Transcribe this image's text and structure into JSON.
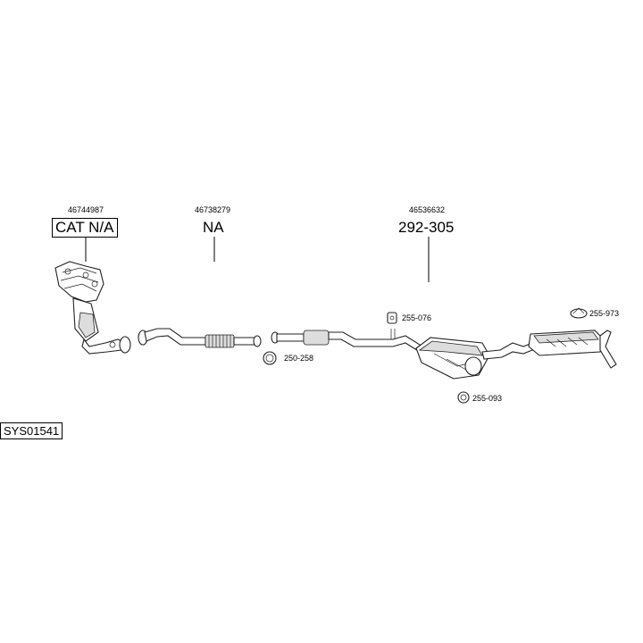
{
  "parts": [
    {
      "oem": "46744987",
      "label": "CAT N/A"
    },
    {
      "oem": "46738279",
      "label": "NA"
    },
    {
      "oem": "46536632",
      "label": "292-305"
    }
  ],
  "fittings": [
    {
      "code": "250-258",
      "icon": "clamp-icon"
    },
    {
      "code": "255-076",
      "icon": "rubber-hanger-icon"
    },
    {
      "code": "255-093",
      "icon": "rubber-ring-icon"
    },
    {
      "code": "255-973",
      "icon": "mounting-kit-icon"
    }
  ],
  "system_code": "SYS01541"
}
